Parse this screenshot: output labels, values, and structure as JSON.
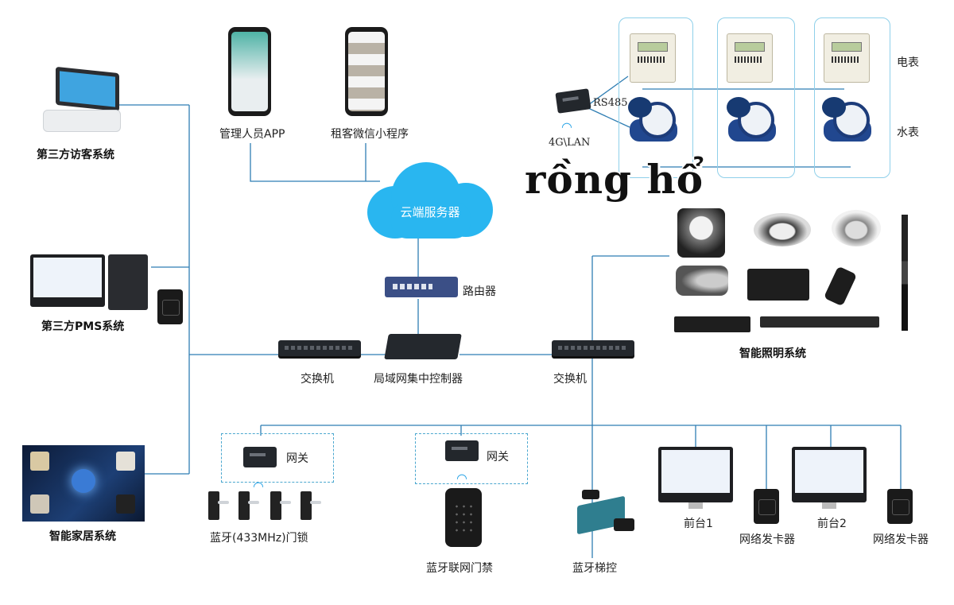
{
  "labels": {
    "visitor_system": "第三方访客系统",
    "pms_system": "第三方PMS系统",
    "smart_home": "智能家居系统",
    "admin_app": "管理人员APP",
    "tenant_miniprogram": "租客微信小程序",
    "cloud_server": "云端服务器",
    "router": "路由器",
    "switch_left": "交换机",
    "lan_controller": "局域网集中控制器",
    "switch_right": "交换机",
    "rs485": "RS485",
    "network_4g": "4G\\LAN",
    "electric_meter": "电表",
    "water_meter": "水表",
    "lighting": "智能照明系统",
    "gateway_1": "网关",
    "gateway_2": "网关",
    "bt_lock": "蓝牙(433MHz)门锁",
    "bt_access": "蓝牙联网门禁",
    "bt_elevator": "蓝牙梯控",
    "front_desk_1": "前台1",
    "card_issuer_1": "网络发卡器",
    "front_desk_2": "前台2",
    "card_issuer_2": "网络发卡器"
  },
  "watermark": "rồng hổ",
  "icons": {
    "wifi": "wifi-icon"
  },
  "colors": {
    "line": "#2f7eb3",
    "cloud": "#29b6f0",
    "dashed_box": "#4aa7cf"
  }
}
